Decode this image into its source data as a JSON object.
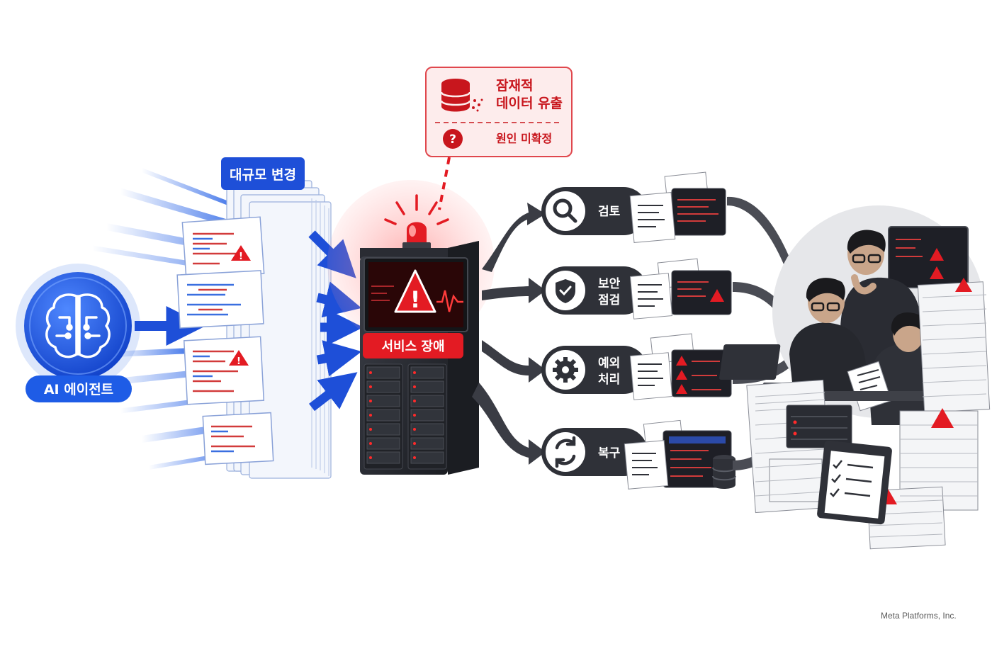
{
  "agent": {
    "label": "AI 에이전트",
    "icon": "brain-circuit-icon",
    "color": "#1e5ce6"
  },
  "changes": {
    "label": "대규모 변경",
    "color": "#1e4fd8"
  },
  "server": {
    "status_label": "서비스 장애",
    "icon": "warning-triangle-icon",
    "alarm": "siren-icon",
    "color": "#e31b23"
  },
  "callout": {
    "risk_label_line1": "잠재적",
    "risk_label_line2": "데이터 유출",
    "risk_icon": "database-leak-icon",
    "cause_label": "원인 미확정",
    "cause_icon": "question-mark-icon",
    "color": "#c8161d"
  },
  "tasks": [
    {
      "label_line1": "검토",
      "label_line2": "",
      "icon": "magnifier-icon"
    },
    {
      "label_line1": "보안",
      "label_line2": "점검",
      "icon": "shield-check-icon"
    },
    {
      "label_line1": "예외",
      "label_line2": "처리",
      "icon": "gear-icon"
    },
    {
      "label_line1": "복구",
      "label_line2": "",
      "icon": "refresh-icon"
    }
  ],
  "team": {
    "description_icon": "engineers-with-documents-icon"
  },
  "credit": "Meta Platforms, Inc."
}
